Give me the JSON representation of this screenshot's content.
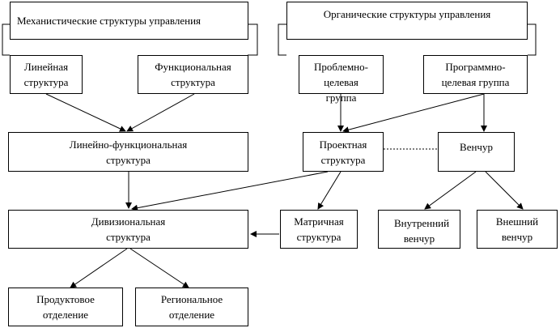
{
  "nodes": {
    "mechanistic": "Механистические структуры управления",
    "organic": "Органические структуры управления",
    "linear": "Линейная структура",
    "functional": "Функциональная структура",
    "problem_target": "Проблемно-целевая группа",
    "program_target": "Программно-целевая группа",
    "linear_functional": "Линейно-функциональная структура",
    "project": "Проектная структура",
    "venture": "Венчур",
    "divisional": "Дивизиональная структура",
    "matrix": "Матричная структура",
    "internal_venture": "Внутренний венчур",
    "external_venture": "Внешний венчур",
    "product_dept": "Продуктовое отделение",
    "regional_dept": "Региональное отделение"
  }
}
